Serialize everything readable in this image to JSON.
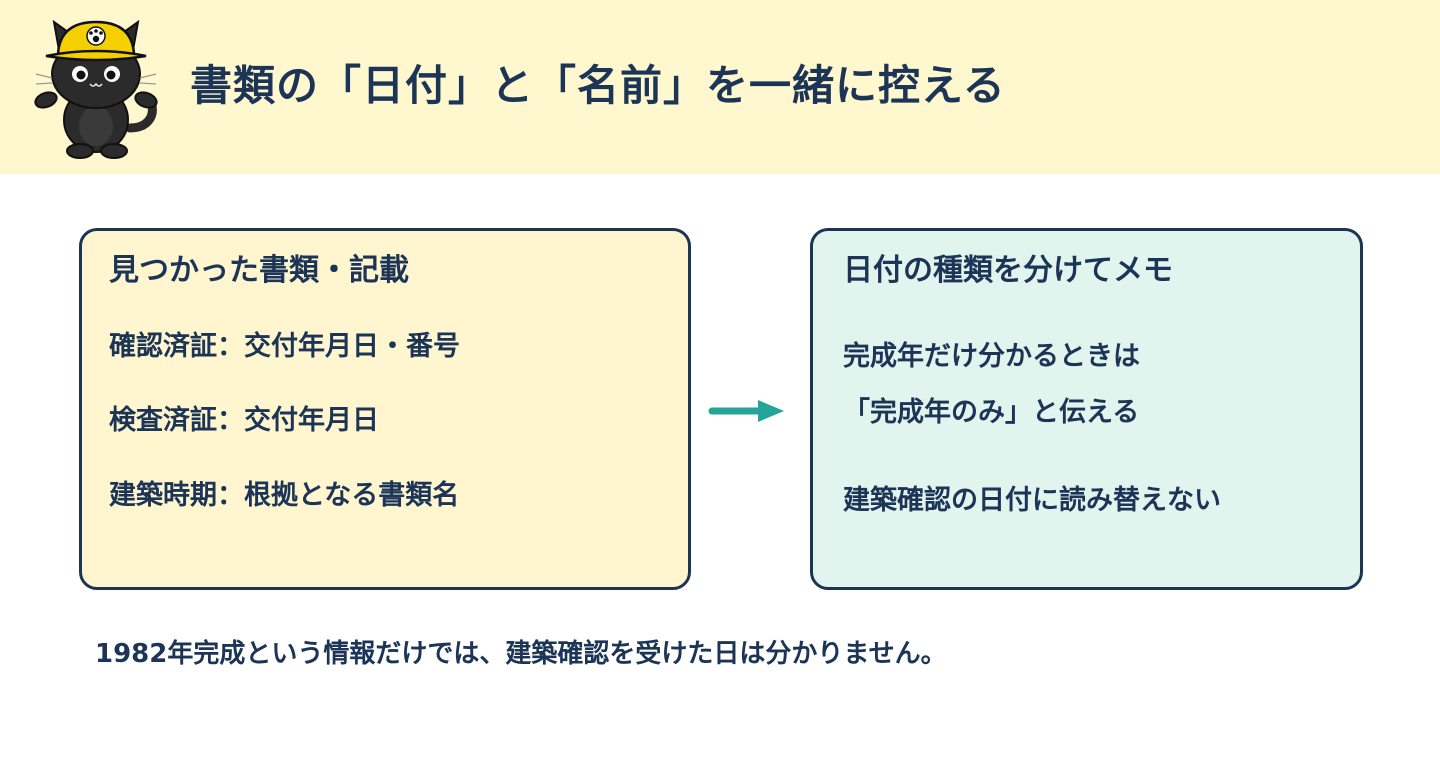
{
  "header": {
    "title": "書類の「日付」と「名前」を一緒に控える",
    "mascot_icon": "black-cat-hardhat-mascot",
    "background_color": "#fff8cf"
  },
  "left_card": {
    "title": "見つかった書類・記載",
    "items": [
      "確認済証：交付年月日・番号",
      "検査済証：交付年月日",
      "建築時期：根拠となる書類名"
    ],
    "background_color": "#fff6cf"
  },
  "arrow": {
    "icon": "arrow-right-icon",
    "color": "#25a59a"
  },
  "right_card": {
    "title": "日付の種類を分けてメモ",
    "lines": [
      "完成年だけ分かるときは",
      "「完成年のみ」と伝える",
      "建築確認の日付に読み替えない"
    ],
    "background_color": "#e2f4ee"
  },
  "footer": {
    "note": "1982年完成という情報だけでは、建築確認を受けた日は分かりません。"
  },
  "colors": {
    "text": "#1c3557",
    "border": "#1c3557"
  }
}
